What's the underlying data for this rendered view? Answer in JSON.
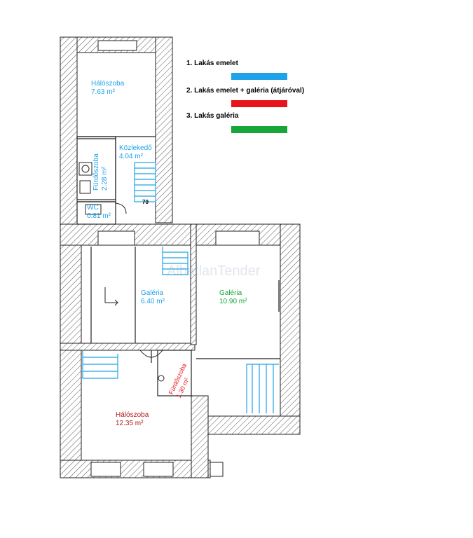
{
  "legend": [
    {
      "label": "1. Lakás emelet",
      "color": "#1fa3e8"
    },
    {
      "label": "2. Lakás emelet + galéria (átjáróval)",
      "color": "#e8131c"
    },
    {
      "label": "3. Lakás galéria",
      "color": "#16a639"
    }
  ],
  "rooms": {
    "halo1": {
      "name": "Hálószoba",
      "area": "7.63 m²",
      "color": "#1fa3e8"
    },
    "kozl": {
      "name": "Közlekedő",
      "area": "4.04 m²",
      "color": "#1fa3e8"
    },
    "furdo1": {
      "name": "Fürdőszoba",
      "area": "2.28 m²",
      "color": "#1fa3e8"
    },
    "wc": {
      "name": "WC",
      "area": "0.81 m²",
      "color": "#1fa3e8"
    },
    "galeria1": {
      "name": "Galéria",
      "area": "6.40 m²",
      "color": "#1fa3e8"
    },
    "galeria2": {
      "name": "Galéria",
      "area": "10.90 m²",
      "color": "#16a639"
    },
    "furdo2": {
      "name": "Fürdőszoba",
      "area": "1.30 m²",
      "color": "#e8131c"
    },
    "halo2": {
      "name": "Hálószoba",
      "area": "12.35 m²",
      "color": "#b01c1c"
    }
  },
  "dimension": "70",
  "watermark": "AlbatlanTender"
}
